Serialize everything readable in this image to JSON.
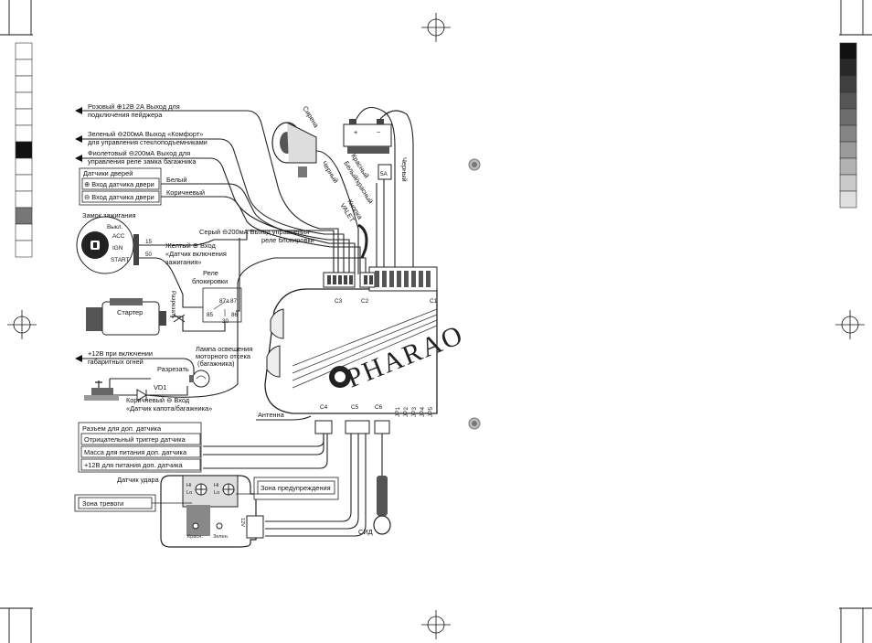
{
  "wires_left": {
    "pink": "Розовый ⊕12В 2А Выход для",
    "pink2": "подключения пейджера",
    "green": "Зеленый ⊖200мА  Выход «Комфорт»",
    "green2": "для управления стеклоподъемниками",
    "violet": "Фиолетовый ⊖200мА Выход для",
    "violet2": "управления реле замка багажника"
  },
  "door_sensors": {
    "title": "Датчики дверей",
    "plus": "⊕ Вход датчика двери",
    "minus": "⊖ Вход датчика двери",
    "white": "Белый",
    "brown": "Коричневый"
  },
  "ignition": {
    "title": "Замок зажигания",
    "off": "Выкл.",
    "acc": "ACC",
    "ign": "IGN",
    "start": "START",
    "pin15": "15",
    "pin50": "50",
    "yellow": "Желтый ⊕ Вход",
    "yellow2": "«Датчик включения",
    "yellow3": "зажигания»",
    "grey": "Серый ⊖200мА Выход управления",
    "grey2": "реле блокировки"
  },
  "relay": {
    "title": "Реле",
    "title2": "блокировки",
    "p87a": "87а",
    "p87": "87",
    "p85": "85",
    "p86": "86",
    "p30": "30",
    "cut": "Разрезать"
  },
  "starter": {
    "label": "Стартер"
  },
  "lights": {
    "note": "+12В при включении",
    "note2": "габаритных огней",
    "cut": "Разрезать",
    "vd1": "VD1",
    "lamp": "Лампа освещения",
    "lamp2": "моторного отсека",
    "lamp3": "(багажника)",
    "brown": "Коричневый ⊖ Вход",
    "brown2": "«Датчик капота/багажника»"
  },
  "antenna": "Антенна",
  "siren": "Сирена",
  "siren_black": "Черный",
  "white_red": "Белый/красный",
  "red": "Красный",
  "fuse": "5А",
  "black": "Черный",
  "valet": "Кнопка",
  "valet2": "VALET",
  "connectors": {
    "c1": "C1",
    "c2": "C2",
    "c3": "C3",
    "c4": "C4",
    "c5": "C5",
    "c6": "C6"
  },
  "jumpers": [
    "JP1",
    "JP2",
    "JP3",
    "JP4",
    "JP5"
  ],
  "logo": "PHARAO",
  "extra_sensor": {
    "title": "Разъем для доп. датчика",
    "row1": "Отрицательный триггер датчика",
    "row2": "Масса для питания доп. датчика",
    "row3": "+12В для питания доп. датчика"
  },
  "shock": {
    "title": "Датчик удара",
    "alarm": "Зона тревоги",
    "warn": "Зона предупреждения",
    "hi": "Hi",
    "lo": "Lo",
    "red": "Красн.",
    "green": "Зелен.",
    "v12": "12V"
  },
  "led": "СИД"
}
